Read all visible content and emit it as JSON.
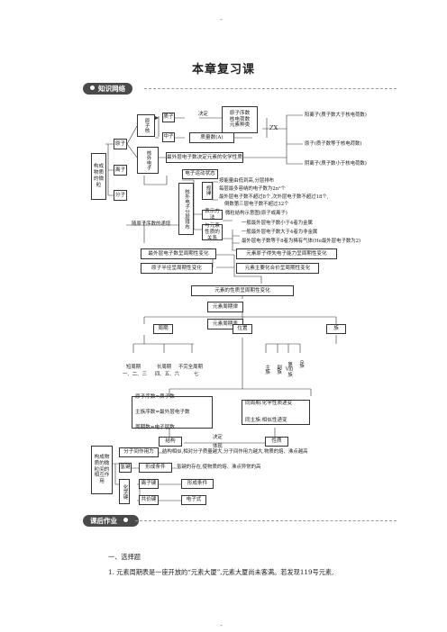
{
  "page_marks": {
    "top": "-",
    "bottom": "-"
  },
  "title": "本章复习课",
  "section_knowledge": "知识网络",
  "section_homework": "课后作业",
  "diagram": {
    "root": "构成物质的微粒",
    "atom": "原子",
    "ion": "离子",
    "molecule": "分子",
    "nucleus": "原子核",
    "proton": "质子",
    "neutron": "中子",
    "decides": "决定",
    "nucleus_info": "原子序数\n核电荷数\n元素种类",
    "mass_number": "质量数(A)",
    "nuclide": "ZX",
    "extranuclear": "核外电子",
    "outer_decides": "最外层电子数决定元素的化学性质",
    "cation": "阳离子(质子数大于核电荷数)",
    "atom_right": "原子(质子数等于核电荷数)",
    "anion": "阴离子(质子数小于核电荷数)",
    "motion": "电子运动状态",
    "layer": "核外电子分层排布",
    "rule": "规律",
    "rule_1": "按能量由低到高,分层排布",
    "rule_2": "每层最多容纳的电子数为2n²个",
    "rule_3": "最外层电子数不超过8个,次外层电子数不超过18个,",
    "rule_3b": "倒数第三层电子数不超过32个",
    "representation": "表示方法",
    "representation_r": "微粒结构示意图(原子或离子)",
    "relation": "与元素性质的关系",
    "rel_1": "一般最外层电子数小于4者为金属",
    "rel_2": "一般最外层电子数大于4者为非金属",
    "rel_3": "最外层电子数等于8者为稀有气体(He最外层电子数为2)",
    "with_increase": "随原子序数的递增",
    "periodic_outer": "最外层电子数呈周期性变化",
    "periodic_radius": "原子半径呈周期性变化",
    "periodic_metal": "元素原子得失电子能力呈周期性变化",
    "periodic_valence": "元素主要化合价呈周期性变化",
    "periodic_prop": "元素的性质呈周期性变化",
    "periodic_law": "元素周期律",
    "periodic_table": "元素周期表",
    "period": "周期",
    "position": "位置",
    "group": "族",
    "short_period": "短周期",
    "short_period_sub": "一、二、三",
    "long_period": "长周期",
    "long_period_sub": "四、五、六",
    "incomplete_period": "不完全周期",
    "incomplete_period_sub": "七",
    "main_group": "主族",
    "sub_group": "副族",
    "group8": "第Ⅷ族",
    "group0": "0族",
    "struct_1": "原子序数=质子数",
    "struct_2": "主族序数=最外层电子数",
    "struct_3": "周期数=电子层数",
    "trend_1": "同周期:化学性质递变",
    "trend_2": "同主族:相似性递变",
    "structure": "结构",
    "property": "性质",
    "decide2": "决定",
    "reflect": "体现",
    "matter": "构成物质的微粒间的相互作用",
    "intermolecular": "分子间作用力",
    "intermolecular_r": "结构相似,相对分子质量越大,分子间作用力越大,物质的熔、沸点越高",
    "hydrogen_bond": "氢键",
    "formation": "形成条件",
    "hb_r": "氢键的存在,使物质的熔、沸点异常的高",
    "chem_bond": "化学键",
    "ionic_bond": "离子键",
    "covalent_bond": "共价键",
    "formation2": "形成条件",
    "e_formula": "电子式"
  },
  "exercise": {
    "heading": "一、选择题",
    "q1": "1. 元素周期表是一座开放的“元素大厦”,元素大厦尚未客满。若发现119号元素,"
  }
}
